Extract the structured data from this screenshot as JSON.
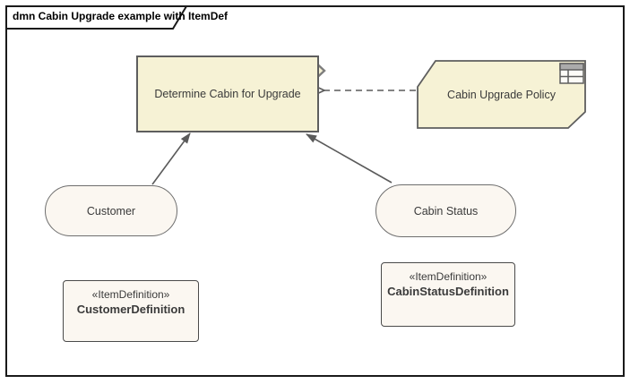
{
  "frame": {
    "title": "dmn Cabin Upgrade example with ItemDef"
  },
  "nodes": {
    "decision": {
      "label": "Determine Cabin for Upgrade",
      "icon": "double-chevron-icon"
    },
    "policy": {
      "label": "Cabin Upgrade Policy",
      "icon": "decision-table-icon"
    },
    "customer": {
      "label": "Customer"
    },
    "cabin_status": {
      "label": "Cabin Status"
    },
    "customer_def": {
      "stereotype": "«ItemDefinition»",
      "name": "CustomerDefinition"
    },
    "cabin_status_def": {
      "stereotype": "«ItemDefinition»",
      "name": "CabinStatusDefinition"
    }
  },
  "connectors": [
    {
      "from": "Customer",
      "to": "Determine Cabin for Upgrade",
      "style": "solid-filled-arrow"
    },
    {
      "from": "Cabin Status",
      "to": "Determine Cabin for Upgrade",
      "style": "solid-filled-arrow"
    },
    {
      "from": "Cabin Upgrade Policy",
      "to": "Determine Cabin for Upgrade",
      "style": "dashed-open-arrow"
    }
  ],
  "colors": {
    "frame_black": "#1a1a1a",
    "node_fill_yellow": "#f6f2d5",
    "node_fill_cream": "#fbf7f1",
    "border_gray": "#5e5e5e",
    "border_dark": "#4a4a4a",
    "connector_gray": "#5a5a5a",
    "icon_gray": "#7e7e7e",
    "text_dark": "#3a3a3a"
  }
}
